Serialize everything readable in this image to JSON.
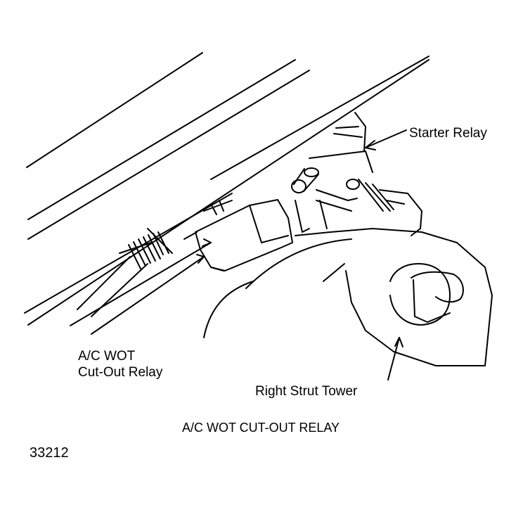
{
  "labels": {
    "starter_relay": "Starter Relay",
    "ac_wot_line1": "A/C WOT",
    "ac_wot_line2": "Cut-Out Relay",
    "right_strut_tower": "Right Strut Tower"
  },
  "caption": "A/C WOT CUT-OUT RELAY",
  "figure_number": "33212",
  "colors": {
    "ink": "#000000",
    "paper": "#ffffff"
  }
}
